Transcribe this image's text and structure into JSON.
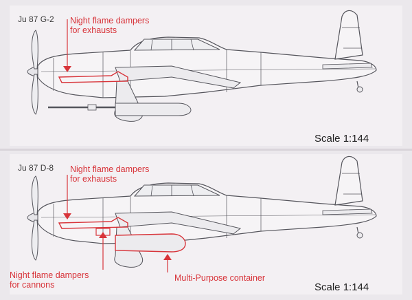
{
  "top": {
    "variant": "Ju 87 G-2",
    "callout": [
      "Night flame dampers",
      "for exhausts"
    ],
    "scale": "Scale 1:144"
  },
  "bottom": {
    "variant": "Ju 87 D-8",
    "callout_exhausts": [
      "Night flame dampers",
      "for exhausts"
    ],
    "callout_cannons": [
      "Night flame dampers",
      "for cannons"
    ],
    "callout_container": "Multi-Purpose container",
    "scale": "Scale 1:144"
  },
  "colors": {
    "annotation": "#d8343a",
    "line": "#55555c",
    "background": "#f3f0f3"
  }
}
